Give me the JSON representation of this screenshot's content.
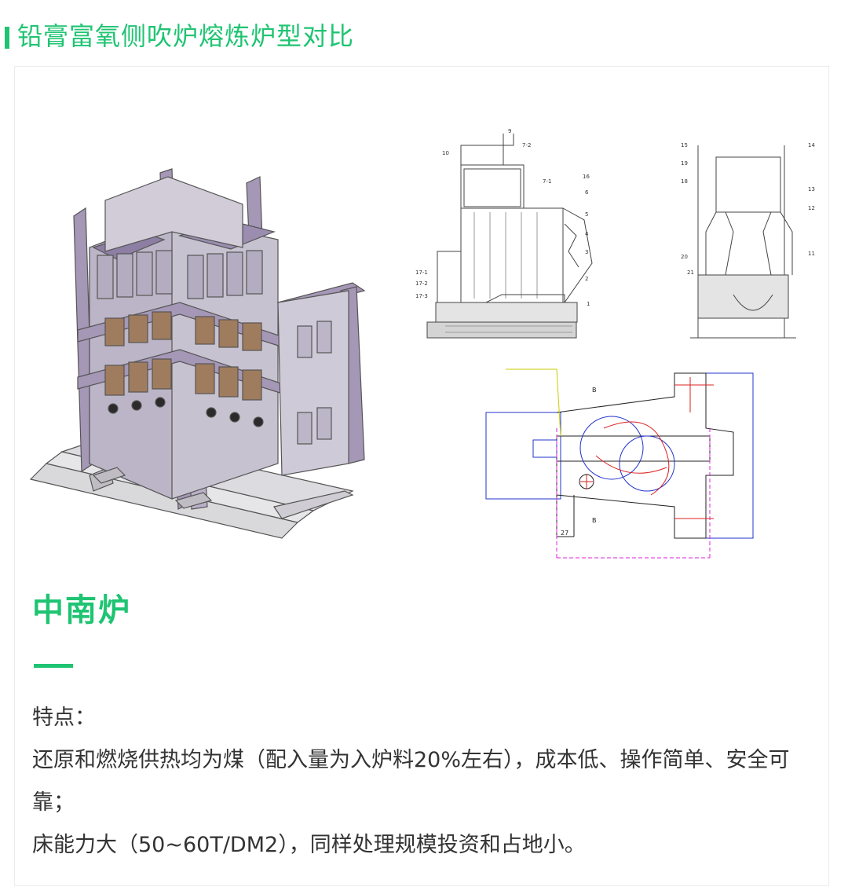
{
  "page": {
    "title": "铅膏富氧侧吹炉熔炼炉型对比",
    "accent_color": "#1fc472"
  },
  "figure": {
    "section_labels": {
      "side": [
        "9",
        "7-2",
        "10",
        "7-1",
        "16",
        "6",
        "5",
        "4",
        "3",
        "2",
        "1",
        "17-1",
        "17-2",
        "17-3"
      ],
      "end": [
        "15",
        "14",
        "19",
        "18",
        "13",
        "12",
        "20",
        "11",
        "21"
      ],
      "tuyere": [
        "B",
        "B",
        "27"
      ]
    }
  },
  "section": {
    "title": "中南炉",
    "lines": [
      "特点：",
      "还原和燃烧供热均为煤（配入量为入炉料20%左右），成本低、操作简单、安全可靠；",
      "床能力大（50~60T/DM2），同样处理规模投资和占地小。"
    ]
  }
}
